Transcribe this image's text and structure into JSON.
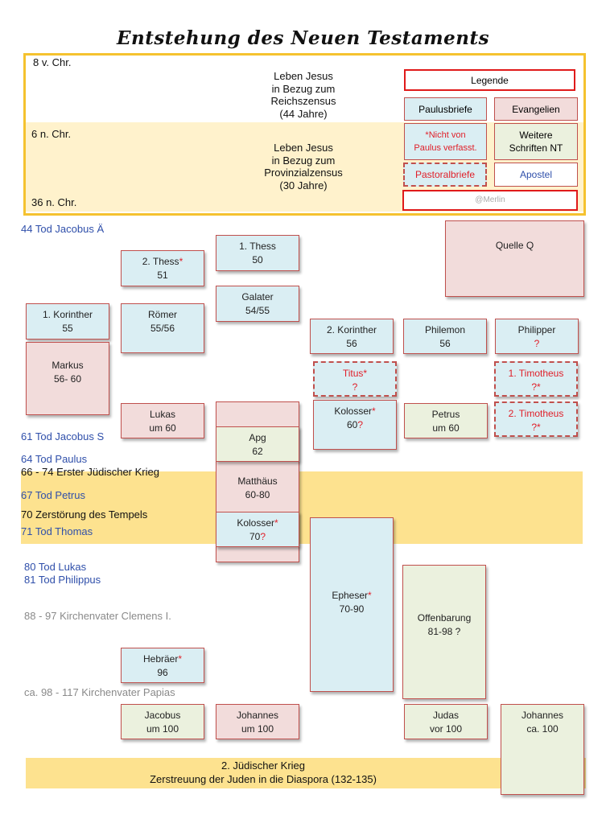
{
  "title": "Entstehung des Neuen Testaments",
  "header": {
    "era_8bc": "8 v. Chr.",
    "era_6ad": "6 n. Chr.",
    "era_36ad": "36 n. Chr.",
    "life1": [
      "Leben Jesus",
      "in Bezug zum",
      "Reichszensus",
      "(44 Jahre)"
    ],
    "life2": [
      "Leben Jesus",
      "in Bezug zum",
      "Provinzialzensus",
      "(30 Jahre)"
    ]
  },
  "legend": {
    "title": "Legende",
    "paul": "Paulusbriefe",
    "gospel": "Evangelien",
    "not_paul": [
      "*Nicht von",
      "Paulus verfasst."
    ],
    "other": [
      "Weitere",
      "Schriften  NT"
    ],
    "pastoral": "Pastoralbriefe",
    "apostle": "Apostel",
    "credit": "@Merlin"
  },
  "colors": {
    "paul": "#daeef3",
    "gospel": "#f2dcdb",
    "other": "#ebf1de",
    "border": "#c0504d",
    "band": "#fde28f",
    "apostle": "#2f4faa"
  },
  "timeline": {
    "e44": "44 Tod Jacobus Ä",
    "e61": "61  Tod Jacobus S",
    "e64": "64 Tod Paulus",
    "e66": "66 -  74 Erster Jüdischer Krieg",
    "e67": "67 Tod Petrus",
    "e70": "70 Zerstörung des Tempels",
    "e71": "71 Tod Thomas",
    "e80": "80 Tod Lukas",
    "e81": "81 Tod Philippus",
    "e88": "88 - 97 Kirchenvater Clemens I.",
    "e98": "ca. 98  - 117 Kirchenvater Papias"
  },
  "boxes": {
    "thess1": {
      "t": "1. Thess",
      "s": "50"
    },
    "thess2": {
      "t": "2. Thess",
      "s": "51"
    },
    "galater": {
      "t": "Galater",
      "s": "54/55"
    },
    "kor1": {
      "t": "1. Korinther",
      "s": "55"
    },
    "roemer": {
      "t": "Römer",
      "s": "55/56"
    },
    "markus": {
      "t": "Markus",
      "s": "56- 60"
    },
    "kor2": {
      "t": "2. Korinther",
      "s": "56"
    },
    "philemon": {
      "t": "Philemon",
      "s": "56"
    },
    "philipper": {
      "t": "Philipper",
      "s": "?"
    },
    "titus": {
      "t": "Titus*",
      "s": "?"
    },
    "tim1": {
      "t": "1. Timotheus",
      "s": "?*"
    },
    "tim2": {
      "t": "2. Timotheus",
      "s": "?*"
    },
    "lukas": {
      "t": "Lukas",
      "s": "um 60"
    },
    "kolosser60": {
      "t": "Kolosser",
      "s": "60"
    },
    "petrus": {
      "t": "Petrus",
      "s": "um 60"
    },
    "apg": {
      "t": "Apg",
      "s": "62"
    },
    "matthaeus": {
      "t": "Matthäus",
      "s": "60-80"
    },
    "kolosser70": {
      "t": "Kolosser",
      "s": "70"
    },
    "epheser": {
      "t": "Epheser",
      "s": "70-90"
    },
    "offenbarung": {
      "t": "Offenbarung",
      "s": "81-98 ?"
    },
    "hebraeer": {
      "t": "Hebräer",
      "s": "96"
    },
    "jacobus": {
      "t": "Jacobus",
      "s": "um 100"
    },
    "johannes1": {
      "t": "Johannes",
      "s": "um 100"
    },
    "judas": {
      "t": "Judas",
      "s": "vor 100"
    },
    "johannes2": {
      "t": "Johannes",
      "s": "ca. 100"
    },
    "quelle": {
      "t": "Quelle  Q"
    }
  },
  "marks": {
    "star": "*",
    "q": "?"
  },
  "bottom": {
    "l1": "2. Jüdischer Krieg",
    "l2": "Zerstreuung der Juden in die Diaspora  (132-135)"
  }
}
